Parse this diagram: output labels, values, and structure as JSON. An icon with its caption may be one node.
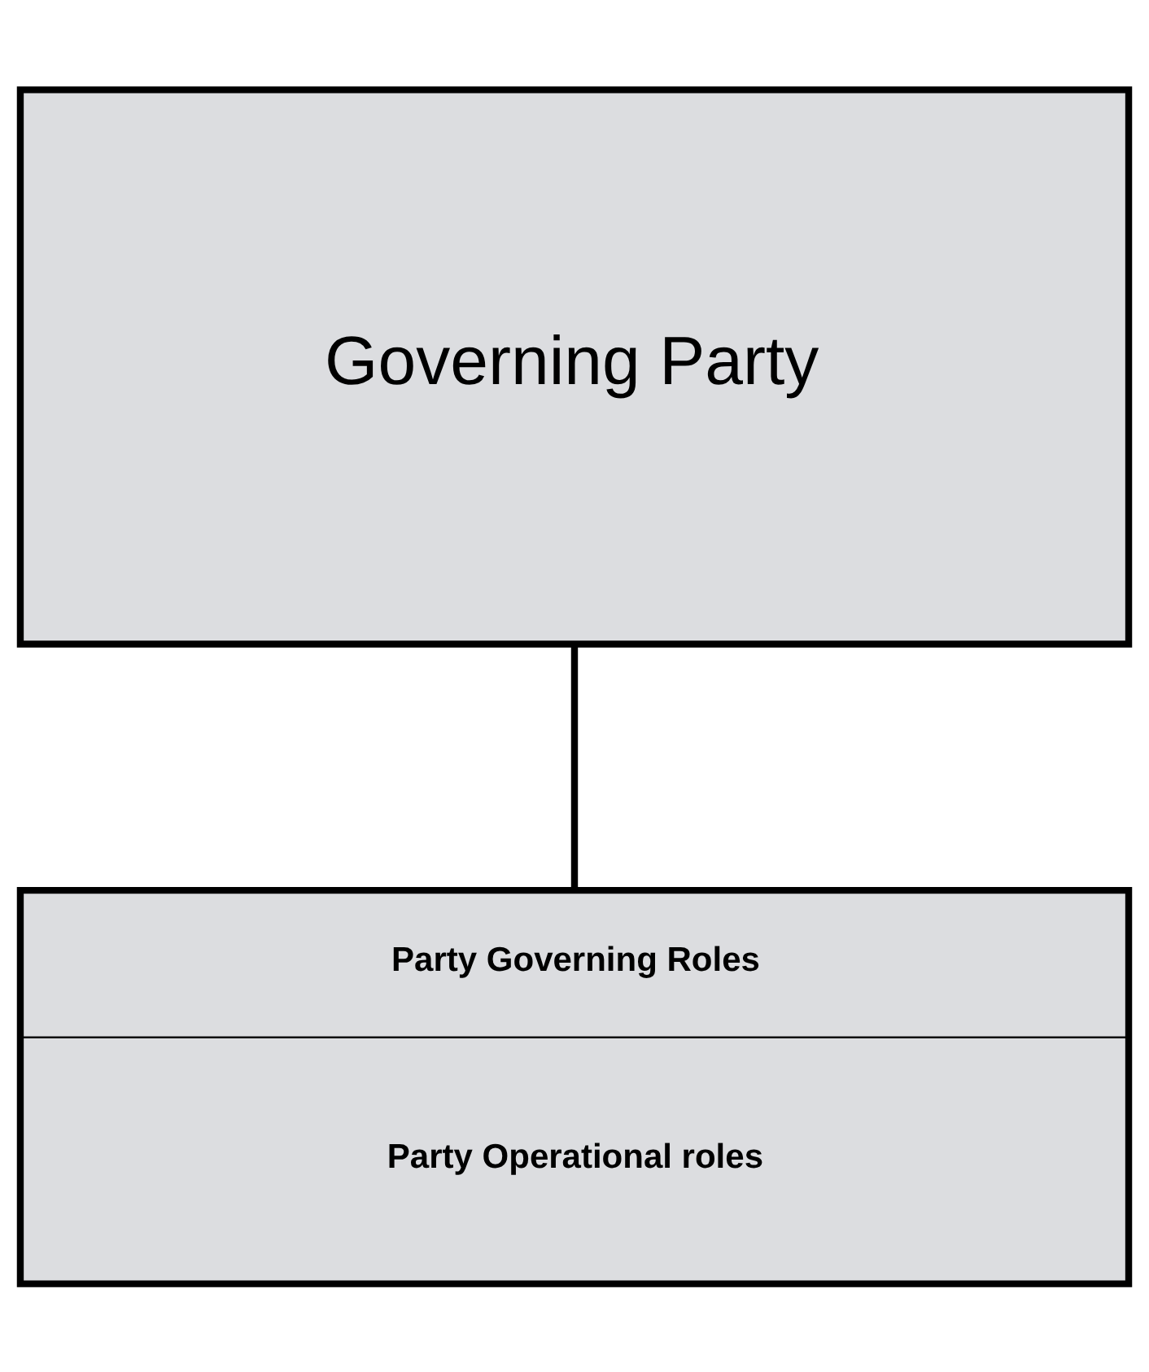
{
  "diagram": {
    "nodes": [
      {
        "text": [
          "Governing Party"
        ]
      },
      {
        "text": [
          "Party Governing Roles",
          "Party Operational roles"
        ]
      }
    ],
    "edges": [
      {
        "from": 0,
        "to": 1,
        "arrow": "none"
      }
    ]
  }
}
